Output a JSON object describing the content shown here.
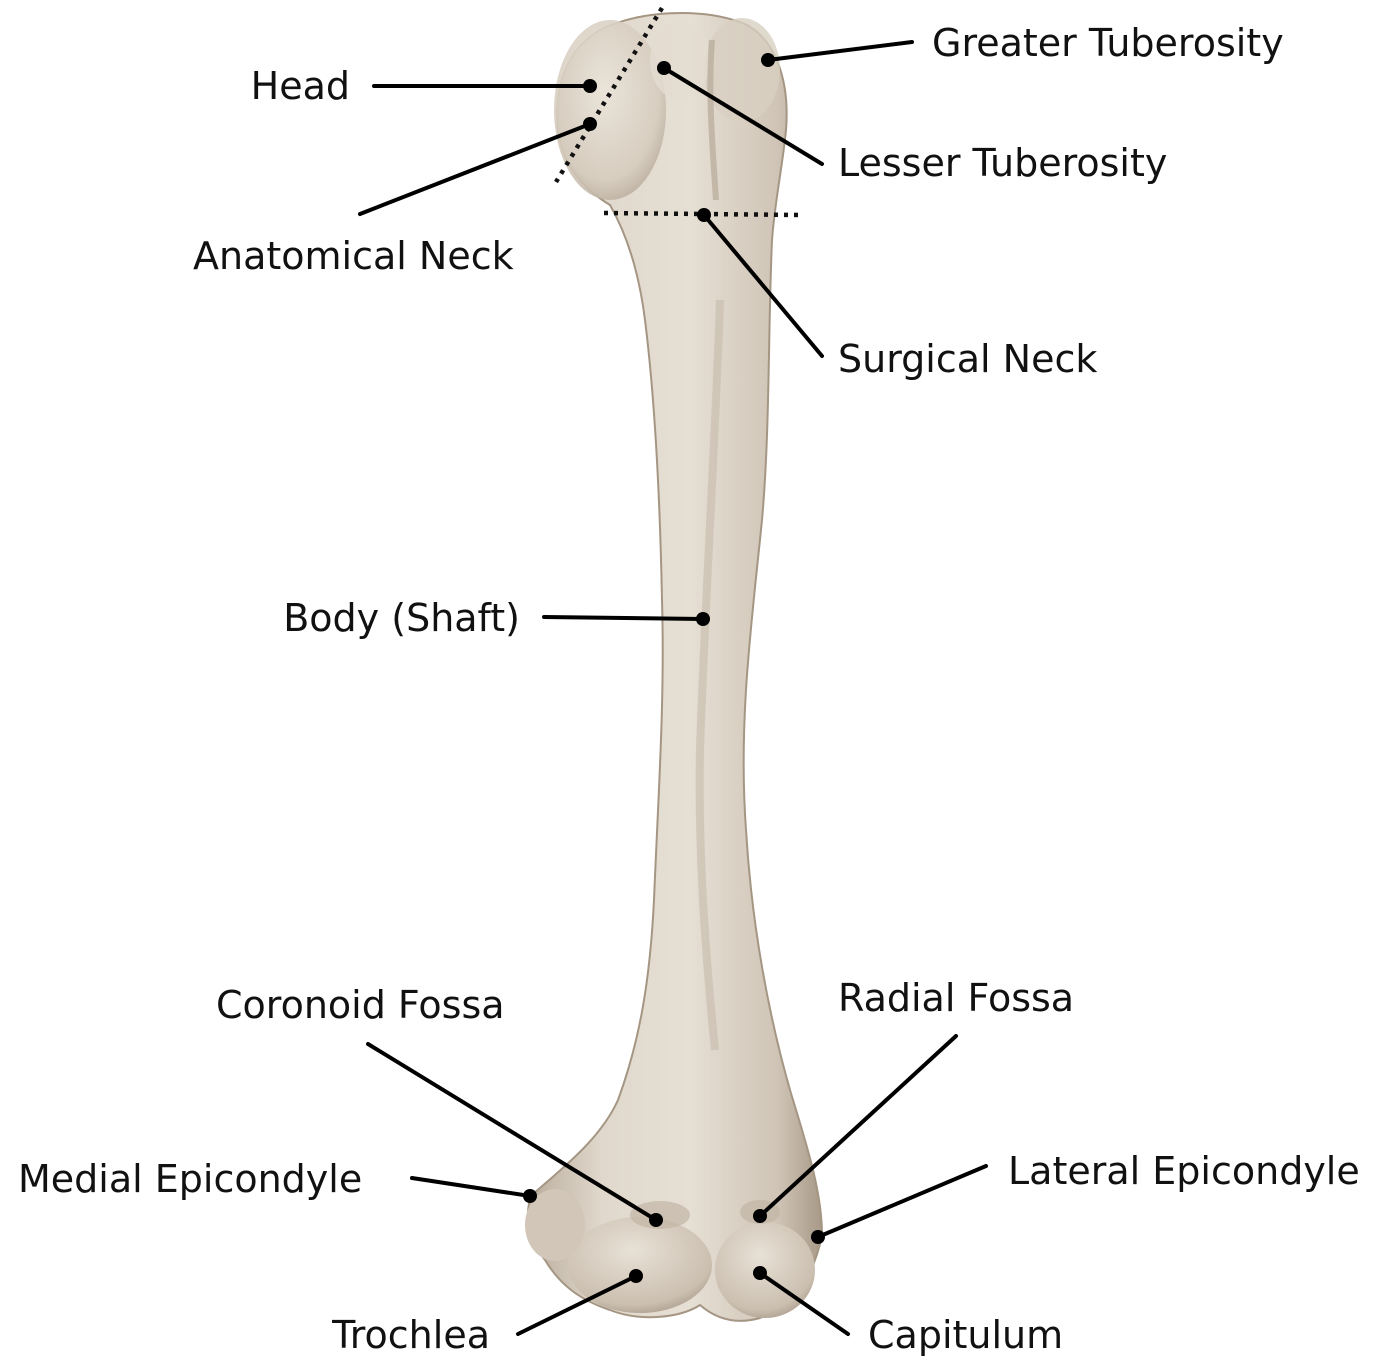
{
  "labels": {
    "head": "Head",
    "greater_tuberosity": "Greater Tuberosity",
    "lesser_tuberosity": "Lesser Tuberosity",
    "anatomical_neck": "Anatomical Neck",
    "surgical_neck": "Surgical Neck",
    "body_shaft": "Body (Shaft)",
    "coronoid_fossa": "Coronoid Fossa",
    "radial_fossa": "Radial Fossa",
    "medial_epicondyle": "Medial Epicondyle",
    "lateral_epicondyle": "Lateral Epicondyle",
    "trochlea": "Trochlea",
    "capitulum": "Capitulum"
  },
  "colors": {
    "bone": "#dcd3c6",
    "bone_shadow": "#b3a594",
    "line": "#000000"
  }
}
